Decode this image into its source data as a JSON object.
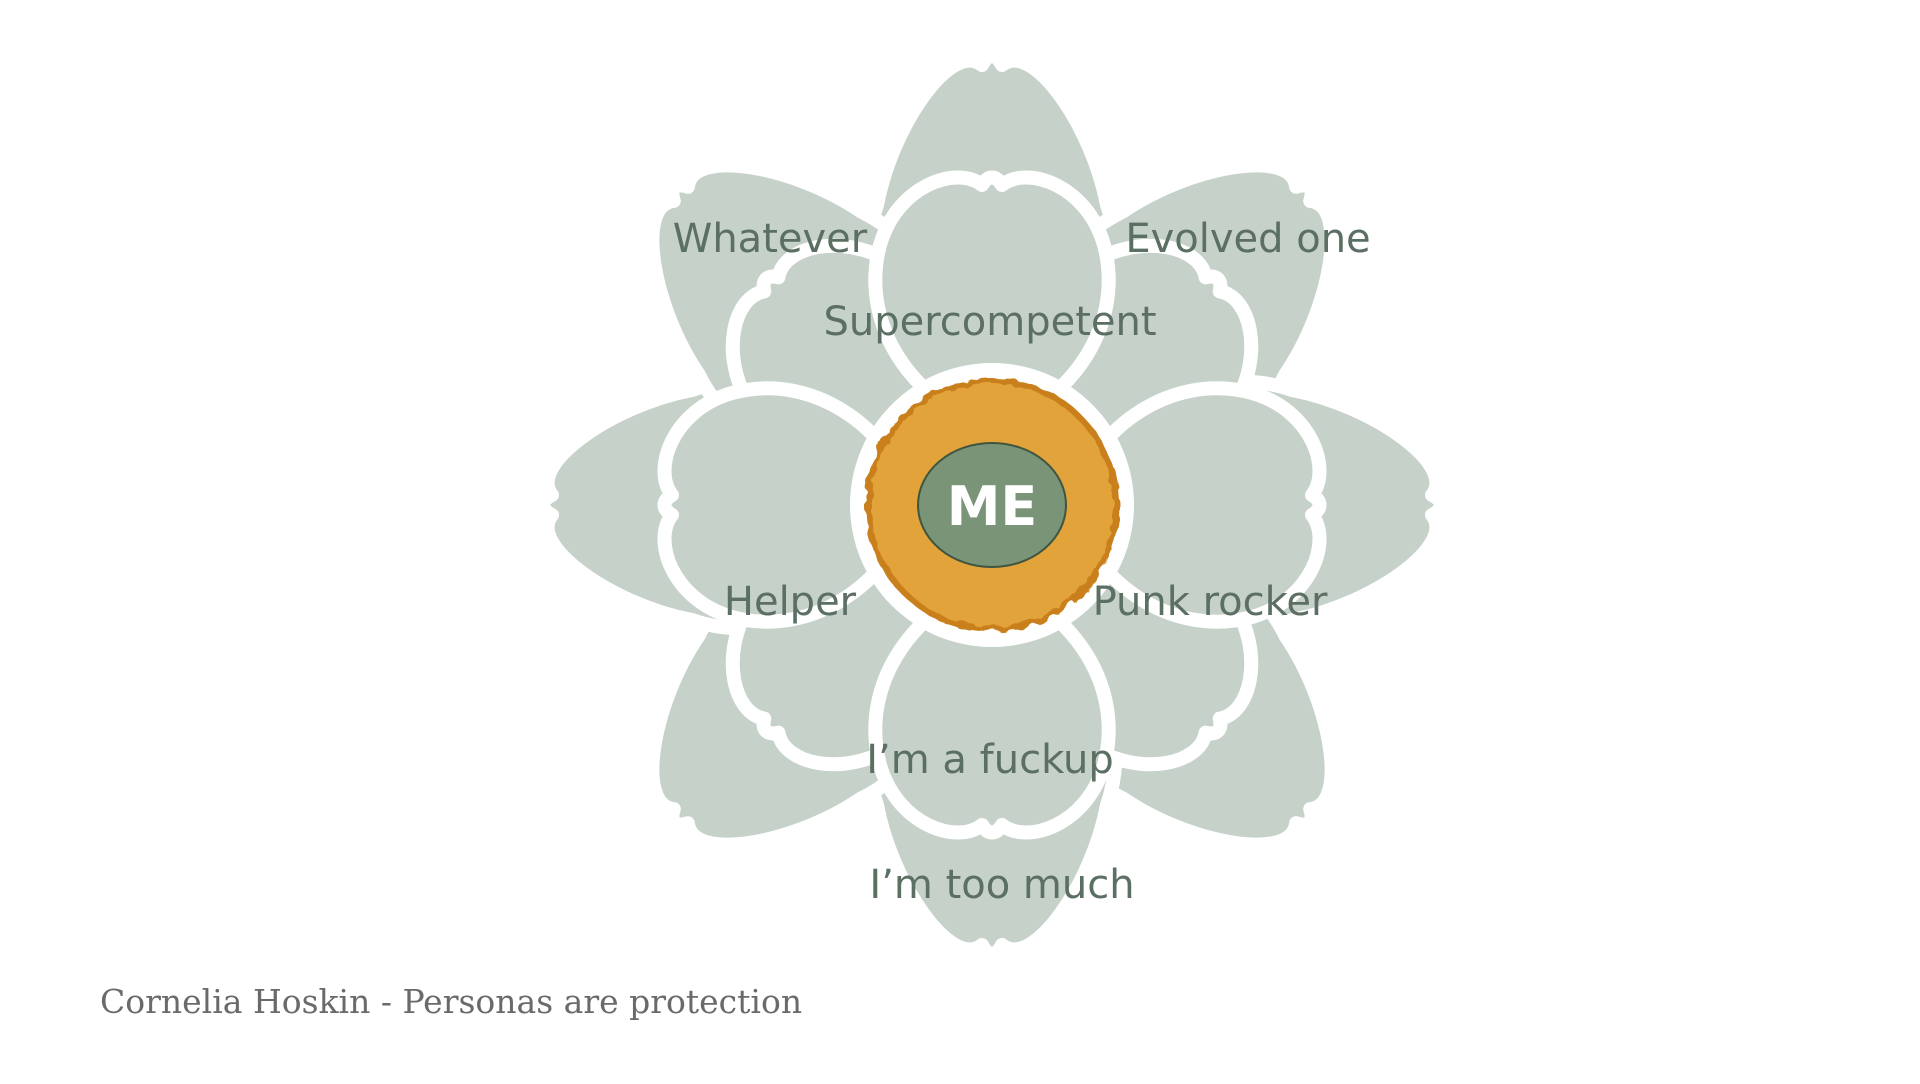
{
  "diagram": {
    "center_label": "ME",
    "outer_labels": {
      "top_left": "Whatever",
      "top_right": "Evolved one",
      "bottom": "I’m too much"
    },
    "inner_labels": {
      "top": "Supercompetent",
      "left": "Helper",
      "right": "Punk rocker",
      "bottom": "I’m a fuckup"
    },
    "colors": {
      "petal": "#c5d1c9",
      "label_text": "#5b6f63",
      "core_ring": "#e3a33a",
      "core_ring_edge": "#c9801c",
      "core_center": "#7a9478"
    }
  },
  "caption": "Cornelia Hoskin - Personas are protection"
}
